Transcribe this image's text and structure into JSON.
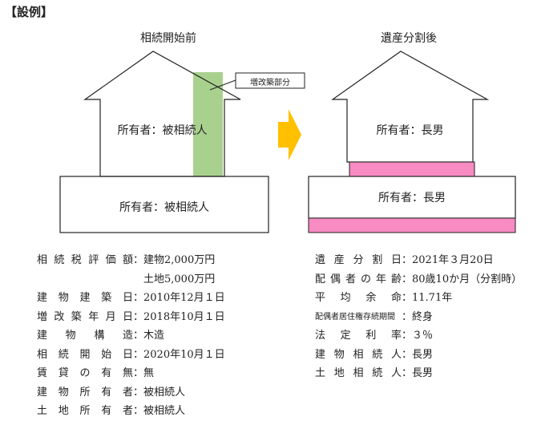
{
  "heading": "【設例】",
  "before": {
    "caption": "相続開始前",
    "house_owner": "所有者：被相続人",
    "base_owner": "所有者：被相続人",
    "callout": "増改築部分",
    "callout_color": "#a9d18e"
  },
  "after": {
    "caption": "遺産分割後",
    "house_owner": "所有者：長男",
    "base_owner": "所有者：長男",
    "highlight_color": "#f78bc2"
  },
  "arrow_color": "#ffc000",
  "left_info": [
    {
      "label": "相続税評価額",
      "value": "建物2,000万円"
    },
    {
      "label": "",
      "value": "土地5,000万円",
      "blank_colon": true
    },
    {
      "label": "建物建築日",
      "value": "2010年12月１日"
    },
    {
      "label": "増改築年月日",
      "value": "2018年10月１日"
    },
    {
      "label": "建物構造",
      "value": "木造"
    },
    {
      "label": "相続開始日",
      "value": "2020年10月１日"
    },
    {
      "label": "賃貸の有無",
      "value": "無"
    },
    {
      "label": "建物所有者",
      "value": "被相続人"
    },
    {
      "label": "土地所有者",
      "value": "被相続人"
    }
  ],
  "right_info": [
    {
      "label": "遺産分割日",
      "value": "2021年３月20日"
    },
    {
      "label": "配偶者の年齢",
      "value": "80歳10か月（分割時）"
    },
    {
      "label": "平均余命",
      "value": "11.71年"
    },
    {
      "label": "配偶者居住権存続期間",
      "value": "終身",
      "small": true
    },
    {
      "label": "法定利率",
      "value": "３％"
    },
    {
      "label": "建物相続人",
      "value": "長男"
    },
    {
      "label": "土地相続人",
      "value": "長男"
    }
  ]
}
